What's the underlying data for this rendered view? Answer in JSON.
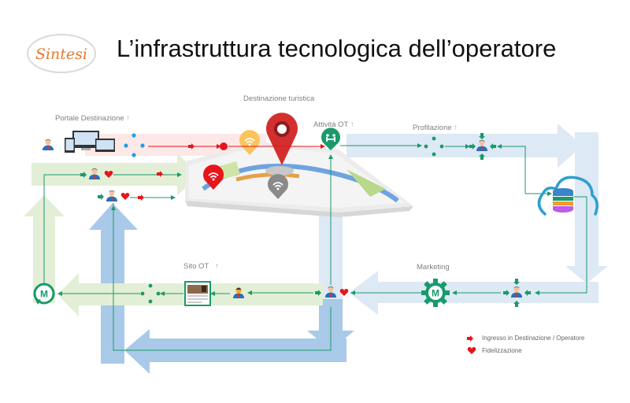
{
  "header": {
    "logo_text": "Sintesi",
    "title": "L’infrastruttura tecnologica dell’operatore"
  },
  "labels": {
    "portale": "Portale Destinazione",
    "destinazione": "Destinazione turistica",
    "attivita": "Attività OT",
    "profilazione": "Profilazione",
    "sito": "Sito OT",
    "marketing": "Marketing",
    "marketing_badge": "M",
    "loop_badge": "M"
  },
  "legend": [
    {
      "icon": "red-arrow-icon",
      "text": "Ingresso in Destinazione / Operatore"
    },
    {
      "icon": "heart-icon",
      "text": "Fidelizzazione"
    }
  ],
  "colors": {
    "flow_green": "#1a9a6a",
    "flow_red": "#e8141b",
    "band_light_blue": "#dde9f5",
    "band_blue": "#a9c9e8",
    "band_green": "#e2efd6",
    "band_pink": "#fde4e4",
    "logo_orange": "#e8782a",
    "cloud_blue": "#2e9fd0",
    "pin_red": "#d32f2f",
    "pin_yellow": "#fbc45a",
    "pin_grey": "#8a8a8a"
  }
}
